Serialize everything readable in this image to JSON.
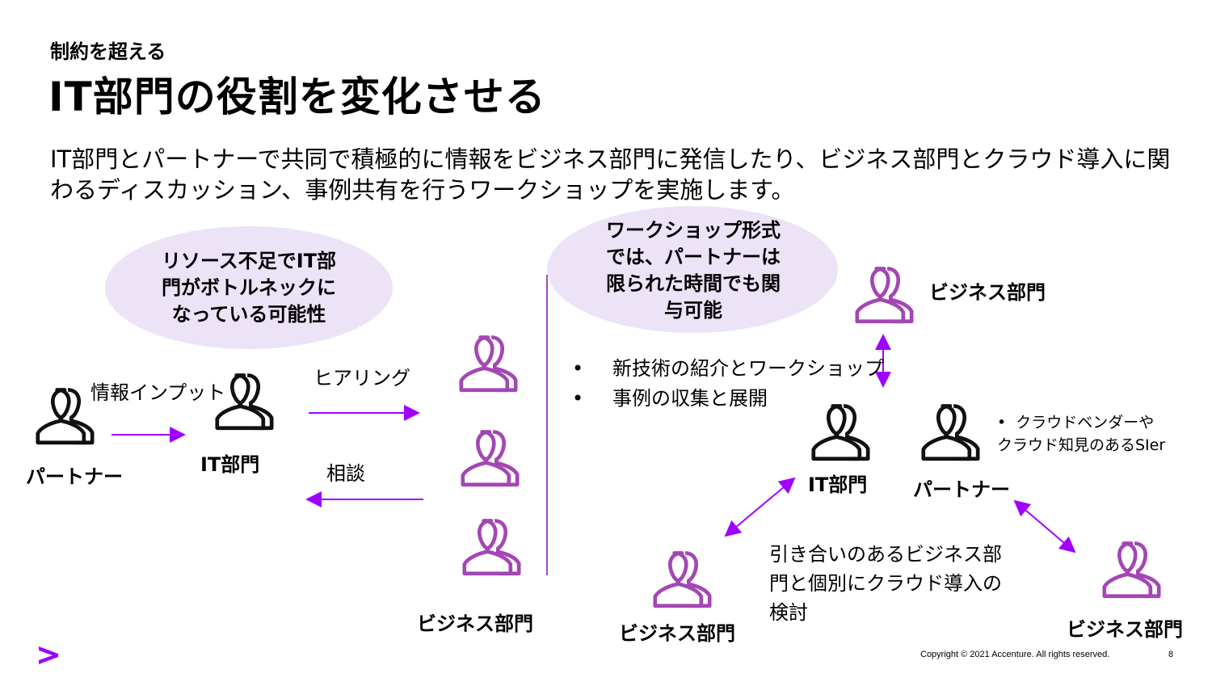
{
  "header": {
    "subtitle": "制約を超える",
    "title": "IT部門の役割を変化させる"
  },
  "lead_text": "IT部門とパートナーで共同で積極的に情報をビジネス部門に発信したり、ビジネス部門とクラウド導入に関わるディスカッション、事例共有を行うワークショップを実施します。",
  "left": {
    "bubble": "リソース不足でIT部門がボトルネックになっている可能性",
    "partner_label": "パートナー",
    "info_input_label": "情報インプット",
    "it_label": "IT部門",
    "hearing_label": "ヒアリング",
    "consult_label": "相談",
    "business_label": "ビジネス部門"
  },
  "right": {
    "bubble": "ワークショップ形式では、パートナーは限られた時間でも関与可能",
    "bullets": [
      "新技術の紹介とワークショップ",
      "事例の収集と展開"
    ],
    "business_top_label": "ビジネス部門",
    "it_label": "IT部門",
    "partner_label": "パートナー",
    "partner_notes": [
      "クラウドベンダーや",
      "クラウド知見のあるSIer"
    ],
    "individual_text": "引き合いのあるビジネス部門と個別にクラウド導入の検討",
    "business_bottom_left_label": "ビジネス部門",
    "business_bottom_right_label": "ビジネス部門"
  },
  "colors": {
    "accent": "#a100ff",
    "business_icon": "#a347b4",
    "bubble": "#ece3f7"
  },
  "footer": {
    "copyright": "Copyright © 2021 Accenture. All rights reserved.",
    "page_number": "8"
  }
}
